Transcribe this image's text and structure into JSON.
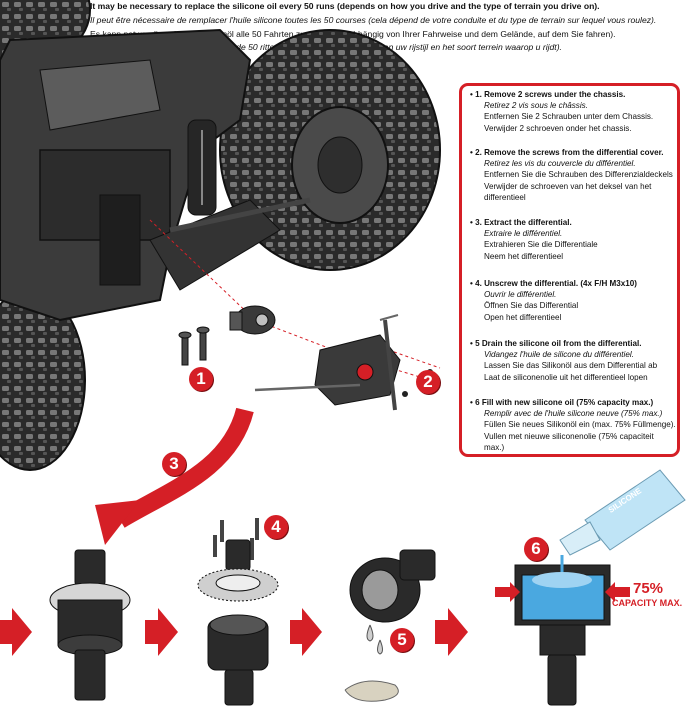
{
  "header": {
    "line_en": "It may be necessary to replace the silicone oil every 50 runs (depends on how you drive and the type of terrain you drive on).",
    "line_fr": "Il peut être nécessaire de remplacer l'huile silicone toutes les 50 courses (cela dépend de votre conduite et du type de terrain sur lequel vous roulez).",
    "line_de": "Es kann notwendig sein, das Silikonöl alle 50 Fahrten zu wechseln (abhängig von Ihrer Fahrweise und dem Gelände, auf dem Sie fahren).",
    "line_nl": "Het kan nodig zijn de siliconenolie om de 50 ritten te vervangen (afhankelijk van uw rijstijl en het soort terrein waarop u rijdt)."
  },
  "steps": [
    {
      "title": "• 1. Remove 2 screws under the chassis.",
      "fr": "Retirez 2 vis sous le châssis.",
      "de": "Entfernen Sie 2 Schrauben unter dem Chassis.",
      "nl": "Verwijder 2 schroeven onder het chassis."
    },
    {
      "title": "• 2. Remove the screws from the differential cover.",
      "fr": "Retirez les vis du couvercle du différentiel.",
      "de": "Entfernen Sie die Schrauben des Differenzialdeckels",
      "nl": "Verwijder de schroeven van het deksel van het",
      "nl2": "differentieel"
    },
    {
      "title": "• 3. Extract the differential.",
      "fr": "Extraire le différentiel.",
      "de": "Extrahieren Sie die Differentiale",
      "nl": "Neem het differentieel"
    },
    {
      "title": "• 4. Unscrew the differential. (4x F/H M3x10)",
      "fr": "Ouvrir le différentiel.",
      "de": "Öffnen Sie das Differential",
      "nl": "Open het differentieel"
    },
    {
      "title": "• 5 Drain the silicone oil from the differential.",
      "fr": "Vidangez l'huile de silicone du différentiel.",
      "de": "Lassen Sie das Silikonöl aus dem Differential ab",
      "nl": "Laat de siliconenolie uit het differentieel lopen"
    },
    {
      "title": "• 6 Fill with new silicone oil (75% capacity max.)",
      "fr": "Remplir avec de l'huile silicone neuve (75% max.)",
      "de": "Füllen Sie neues Silikonöl ein (max. 75% Füllmenge).",
      "nl": "Vullen met nieuwe siliconenolie (75% capaciteit max.)"
    }
  ],
  "badges": [
    "1",
    "2",
    "3",
    "4",
    "5",
    "6"
  ],
  "capacity": {
    "percent": "75%",
    "label": "CAPACITY MAX."
  },
  "bottle_label": "SILICONE",
  "colors": {
    "accent": "#d51f26",
    "oil": "#4aa8e0"
  }
}
